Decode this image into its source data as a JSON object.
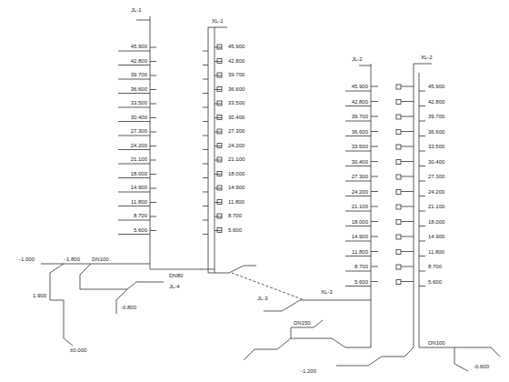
{
  "diagram": {
    "labels": [
      "45.900",
      "42.800",
      "39.700",
      "36.600",
      "33.500",
      "30.400",
      "27.300",
      "24.200",
      "21.100",
      "18.000",
      "14.900",
      "11.800",
      "8.700",
      "5.600",
      "45.900",
      "42.800",
      "39.700",
      "36.600",
      "33.500",
      "30.400",
      "27.300",
      "24.200",
      "21.100",
      "18.000",
      "14.900",
      "11.800",
      "8.700",
      "5.600",
      "45.900",
      "42.800",
      "39.700",
      "36.600",
      "33.500",
      "30.400",
      "27.300",
      "24.200",
      "21.100",
      "18.000",
      "14.900",
      "11.800",
      "8.700",
      "5.600",
      "45.900",
      "42.800",
      "39.700",
      "36.600",
      "33.500",
      "30.400",
      "27.300",
      "24.200",
      "21.100",
      "18.000",
      "14.900",
      "11.800",
      "8.700",
      "5.600",
      "JL-1",
      "XL-1",
      "JL-2",
      "XL-2",
      "DN100",
      "DN80",
      "-1.800",
      "1.900",
      "-0.800",
      "±0.000",
      "JL-3",
      "XL-3",
      "DN150",
      "-1.200",
      "DN100",
      "-0.600",
      "JL-4",
      "-1.000"
    ]
  }
}
